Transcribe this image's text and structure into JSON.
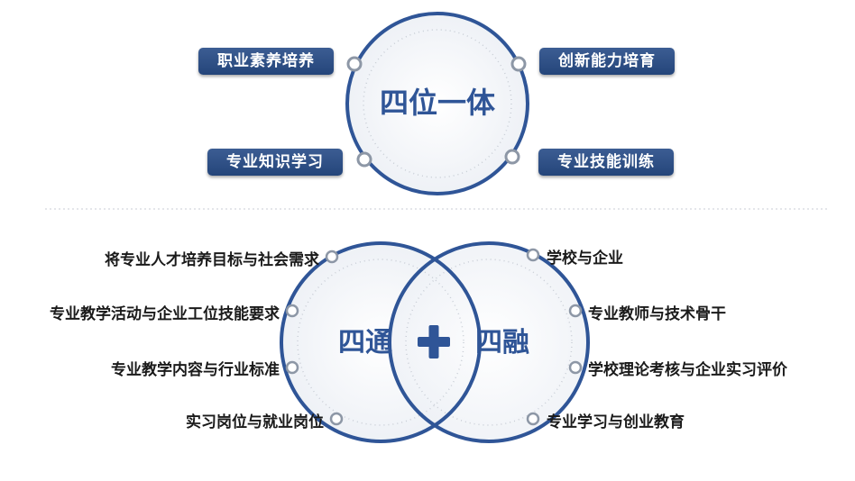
{
  "top": {
    "center": "四位一体",
    "tags": [
      "职业素养培养",
      "创新能力培育",
      "专业知识学习",
      "专业技能训练"
    ]
  },
  "bottom": {
    "left_title": "四通",
    "right_title": "四融",
    "left_items": [
      "将专业人才培养目标与社会需求",
      "专业教学活动与企业工位技能要求",
      "专业教学内容与行业标准",
      "实习岗位与就业岗位"
    ],
    "right_items": [
      "学校与企业",
      "专业教师与技术骨干",
      "学校理论考核与企业实习评价",
      "专业学习与创业教育"
    ]
  },
  "colors": {
    "ring": "#2f5597",
    "tag_bg": "#2b4c82",
    "title": "#2f5597",
    "plus": "#2f5597"
  }
}
